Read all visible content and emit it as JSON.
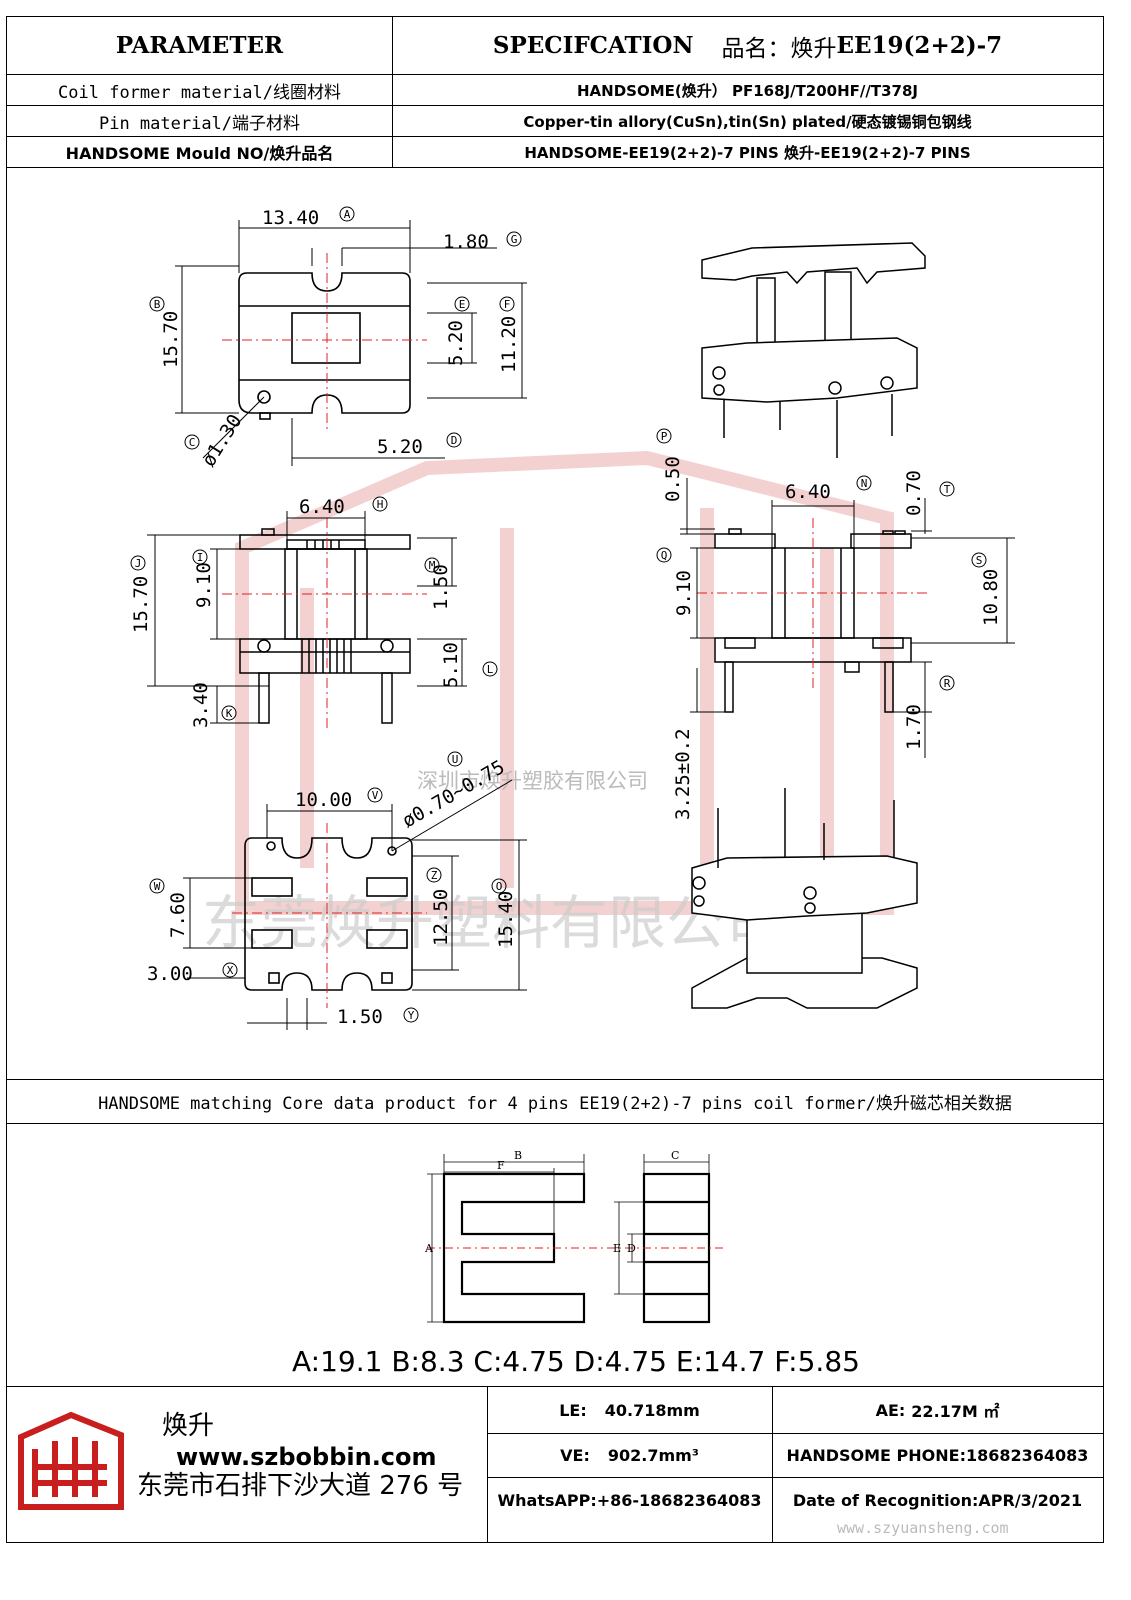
{
  "header": {
    "parameter": "PARAMETER",
    "specification": "SPECIFCATION",
    "product_prefix": "品名：焕升 ",
    "product_model": "EE19(2+2)-7"
  },
  "params": [
    {
      "label": "Coil former material/线圈材料",
      "value": "HANDSOME(焕升）  PF168J/T200HF//T378J"
    },
    {
      "label": "Pin material/端子材料",
      "value": "Copper-tin allory(CuSn),tin(Sn) plated/硬态镀锡铜包钢线"
    },
    {
      "label": "HANDSOME Mould NO/焕升品名",
      "value": "HANDSOME-EE19(2+2)-7 PINS    焕升-EE19(2+2)-7 PINS"
    }
  ],
  "drawing": {
    "dimensions": {
      "A": "13.40",
      "B": "15.70",
      "C": "ø1.30",
      "D": "5.20",
      "E": "5.20",
      "F": "11.20",
      "G": "1.80",
      "H": "6.40",
      "I": "9.10",
      "J": "15.70",
      "K": "3.40",
      "L": "5.10",
      "M": "1.50",
      "N": "6.40",
      "P": "0.50",
      "Q": "9.10",
      "R": "1.70",
      "S": "10.80",
      "T": "0.70",
      "U_val": "3.25±0.2",
      "U": "ø0.70~0.75",
      "V": "10.00",
      "W": "7.60",
      "X": "3.00",
      "Y": "1.50",
      "Z": "12.50",
      "O": "15.40"
    },
    "letters": [
      "A",
      "B",
      "C",
      "D",
      "E",
      "F",
      "G",
      "H",
      "I",
      "J",
      "K",
      "L",
      "M",
      "N",
      "O",
      "P",
      "Q",
      "R",
      "S",
      "T",
      "U",
      "V",
      "W",
      "X",
      "Y",
      "Z"
    ],
    "watermark_small": "深圳市焕升塑胶有限公司",
    "watermark_large": "东莞焕升塑料有限公司"
  },
  "core": {
    "title": "HANDSOME matching Core data  product for 4 pins EE19(2+2)-7 pins coil former/焕升磁芯相关数据",
    "labels": {
      "A": "A",
      "B": "B",
      "C": "C",
      "D": "D",
      "E": "E",
      "F": "F"
    },
    "values": "A:19.1 B:8.3 C:4.75 D:4.75 E:14.7 F:5.85"
  },
  "footer": {
    "brand": "焕升",
    "website": "www.szbobbin.com",
    "address": "东莞市石排下沙大道 276 号",
    "le_label": "LE:",
    "le_value": "40.718mm",
    "ae_label": "AE:",
    "ae_value": "22.17M ㎡",
    "ve_label": "VE:",
    "ve_value": "902.7mm³",
    "phone": "HANDSOME PHONE:18682364083",
    "whatsapp": "WhatsAPP:+86-18682364083",
    "date": "Date of Recognition:APR/3/2021",
    "watermark_url": "www.szyuansheng.com"
  },
  "colors": {
    "centerline": "#e02020",
    "watermark": "#e8a8a8",
    "logo": "#c81e1e"
  }
}
